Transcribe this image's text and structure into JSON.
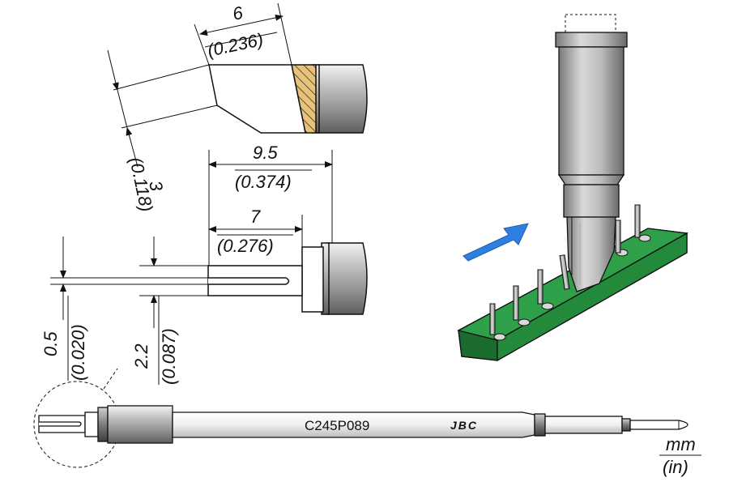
{
  "part_number": "C245P089",
  "brand": "JBC",
  "units": {
    "primary": "mm",
    "secondary": "(in)"
  },
  "dimensions": {
    "bevel_length": {
      "mm": "6",
      "in": "(0.236)"
    },
    "bevel_height": {
      "mm": "3",
      "in": "(0.118)"
    },
    "overall_length": {
      "mm": "9.5",
      "in": "(0.374)"
    },
    "slot_length": {
      "mm": "7",
      "in": "(0.276)"
    },
    "slot_width": {
      "mm": "0.5",
      "in": "(0.020)"
    },
    "tip_width": {
      "mm": "2.2",
      "in": "(0.087)"
    }
  },
  "colors": {
    "pcb_green": "#2fa04a",
    "arrow_blue": "#2f7fe0",
    "hatch_gold": "#e8c27a",
    "metal_gray": "#a9a9a9"
  }
}
